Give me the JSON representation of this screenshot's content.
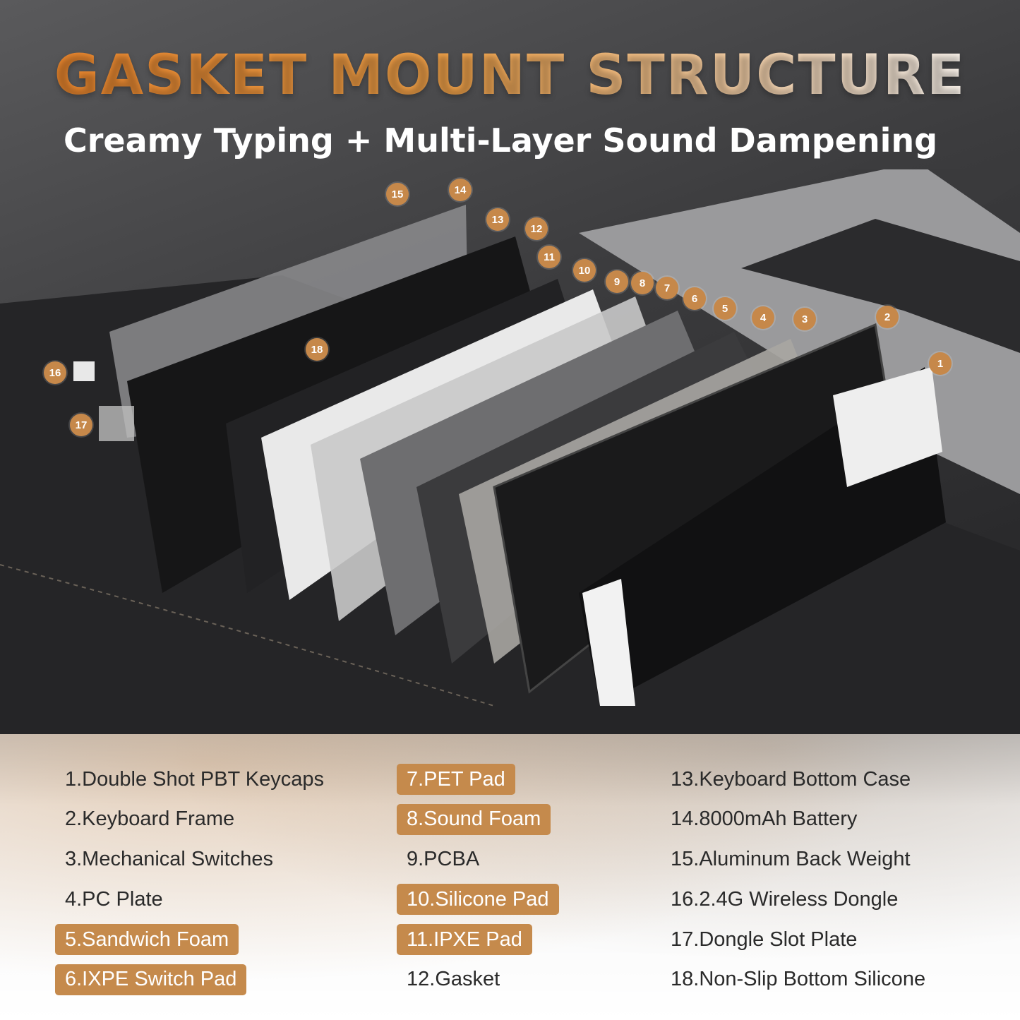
{
  "header": {
    "title": "GASKET MOUNT STRUCTURE",
    "subtitle": "Creamy Typing + Multi-Layer Sound Dampening"
  },
  "callouts": [
    "1",
    "2",
    "3",
    "4",
    "5",
    "6",
    "7",
    "8",
    "9",
    "10",
    "11",
    "12",
    "13",
    "14",
    "15",
    "16",
    "17",
    "18"
  ],
  "legend": {
    "col_a": [
      {
        "label": "1.Double Shot PBT Keycaps",
        "highlight": false
      },
      {
        "label": "2.Keyboard Frame",
        "highlight": false
      },
      {
        "label": "3.Mechanical Switches",
        "highlight": false
      },
      {
        "label": "4.PC Plate",
        "highlight": false
      },
      {
        "label": "5.Sandwich Foam",
        "highlight": true
      },
      {
        "label": "6.IXPE Switch Pad",
        "highlight": true
      }
    ],
    "col_b": [
      {
        "label": "7.PET Pad",
        "highlight": true
      },
      {
        "label": "8.Sound Foam",
        "highlight": true
      },
      {
        "label": "9.PCBA",
        "highlight": false
      },
      {
        "label": "10.Silicone Pad",
        "highlight": true
      },
      {
        "label": "11.IPXE Pad",
        "highlight": true
      },
      {
        "label": "12.Gasket",
        "highlight": false
      }
    ],
    "col_c": [
      {
        "label": "13.Keyboard Bottom Case",
        "highlight": false
      },
      {
        "label": "14.8000mAh Battery",
        "highlight": false
      },
      {
        "label": "15.Aluminum Back Weight",
        "highlight": false
      },
      {
        "label": "16.2.4G Wireless Dongle",
        "highlight": false
      },
      {
        "label": "17.Dongle Slot Plate",
        "highlight": false
      },
      {
        "label": "18.Non-Slip Bottom Silicone",
        "highlight": false
      }
    ]
  },
  "colors": {
    "accent": "#c6884a",
    "highlight_bg": "#c58a4c",
    "text": "#2a2a2a"
  }
}
